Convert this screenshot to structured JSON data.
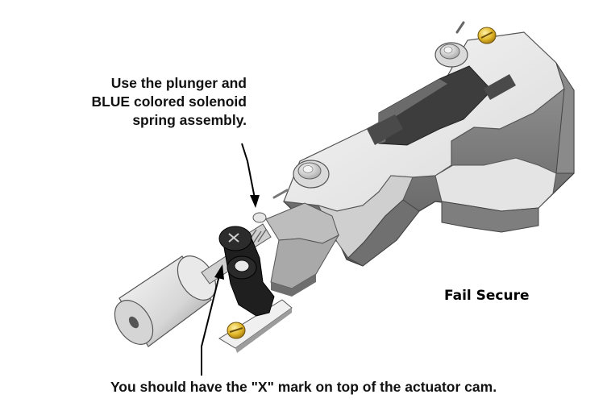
{
  "callouts": {
    "solenoid_note": [
      "Use the plunger and",
      "BLUE colored solenoid",
      "spring assembly."
    ],
    "mode_label": "Fail Secure",
    "cam_note": "You should have the \"X\" mark on top of the actuator cam."
  },
  "colors": {
    "body_light": "#eeeeee",
    "body_mid": "#c8c8c8",
    "body_dark": "#5a5a5a",
    "cam_black": "#1f1f1f",
    "screw_brass": "#e0b526",
    "leader_line": "#000000"
  }
}
